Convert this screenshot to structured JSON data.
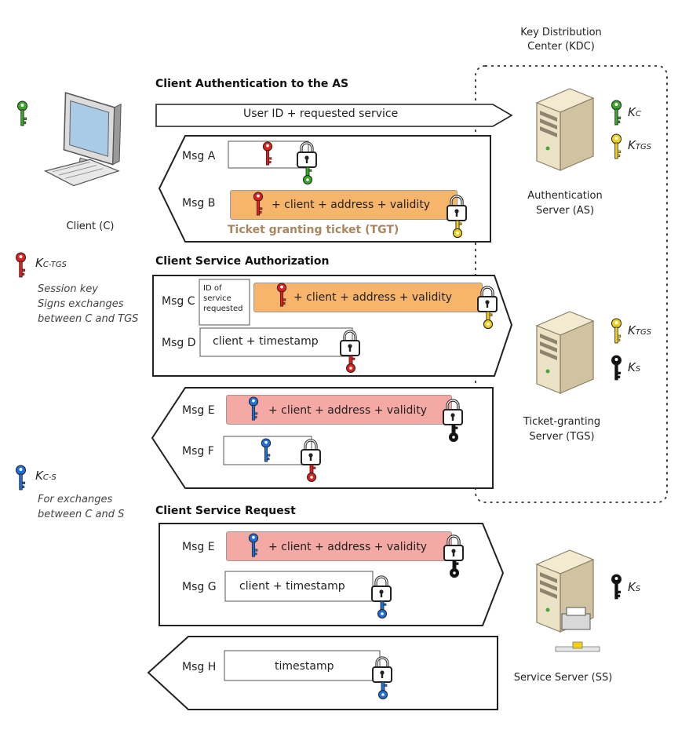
{
  "kdc_title": [
    "Key Distribution",
    "Center (KDC)"
  ],
  "sections": {
    "as": "Client Authentication to the AS",
    "tgs": "Client Service Authorization",
    "ss": "Client Service Request"
  },
  "request_arrow": "User ID + requested service",
  "client_label": "Client (C)",
  "servers": {
    "as": [
      "Authentication",
      "Server (AS)"
    ],
    "tgs": [
      "Ticket-granting",
      "Server (TGS)"
    ],
    "ss": "Service Server (SS)"
  },
  "keys": {
    "kc": {
      "base": "K",
      "sub": "C",
      "color": "#3aa626"
    },
    "ktgs": {
      "base": "K",
      "sub": "TGS",
      "color": "#f2d017"
    },
    "ks": {
      "base": "K",
      "sub": "S",
      "color": "#111111"
    },
    "kctgs": {
      "base": "K",
      "sub": "C-TGS",
      "color": "#e0201e"
    },
    "kcs": {
      "base": "K",
      "sub": "C-S",
      "color": "#1e6fd6"
    }
  },
  "session_key_note": [
    "Session key",
    "Signs exchanges",
    "between C and TGS"
  ],
  "cs_key_note": [
    "For exchanges",
    "between C and S"
  ],
  "messages": {
    "a": "Msg A",
    "b": "Msg B",
    "b_text": "+ client + address + validity",
    "tgt_label": "Ticket granting ticket (TGT)",
    "c": "Msg C",
    "c_id": [
      "ID of",
      "service",
      "requested"
    ],
    "c_text": "+ client + address + validity",
    "d": "Msg D",
    "d_text": "client + timestamp",
    "e": "Msg E",
    "e_text": "+ client + address + validity",
    "f": "Msg F",
    "e2": "Msg E",
    "e2_text": "+ client + address + validity",
    "g": "Msg G",
    "g_text": "client + timestamp",
    "h": "Msg H",
    "h_text": "timestamp"
  }
}
